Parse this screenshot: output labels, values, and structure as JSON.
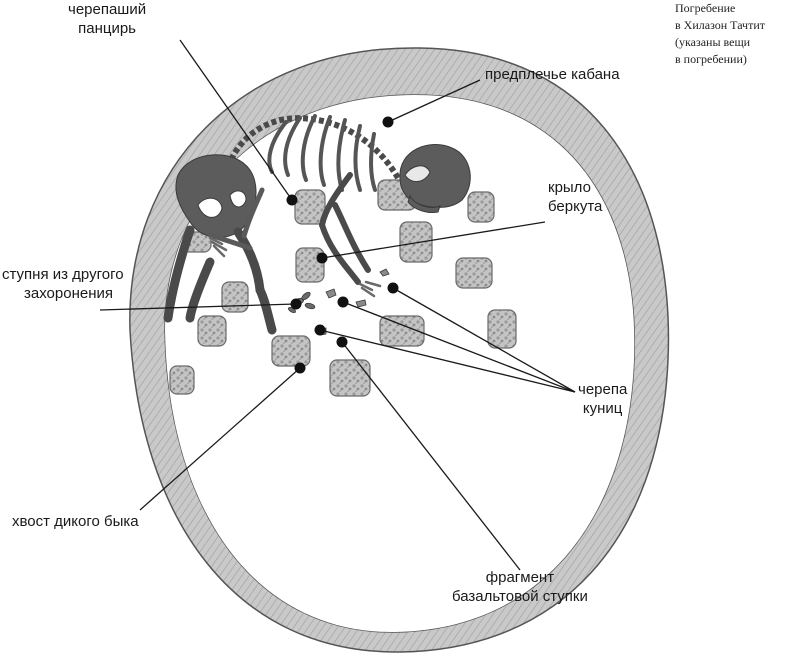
{
  "caption": {
    "lines": [
      "Погребение",
      "в Хилазон Тачтит",
      "(указаны вещи",
      "в погребении)"
    ]
  },
  "labels": {
    "turtle": [
      "черепаший",
      "панцирь"
    ],
    "boar": [
      "предплечье кабана"
    ],
    "eagle": [
      "крыло",
      "беркута"
    ],
    "foot": [
      "ступня из другого",
      "захоронения"
    ],
    "martens": [
      "черепа",
      "куниц"
    ],
    "aurochs": [
      "хвост дикого быка"
    ],
    "basalt": [
      "фрагмент",
      "базальтовой ступки"
    ]
  },
  "icons": {
    "pit": "burial-pit-outline",
    "skeleton": "human-skeleton",
    "stone": "stone-block",
    "marker": "item-marker-dot"
  },
  "colors": {
    "ink": "#1a1a1a",
    "pit_fill": "#cfcfcf",
    "bone": "#5c5c5c",
    "stone": "#bdbdbd"
  }
}
